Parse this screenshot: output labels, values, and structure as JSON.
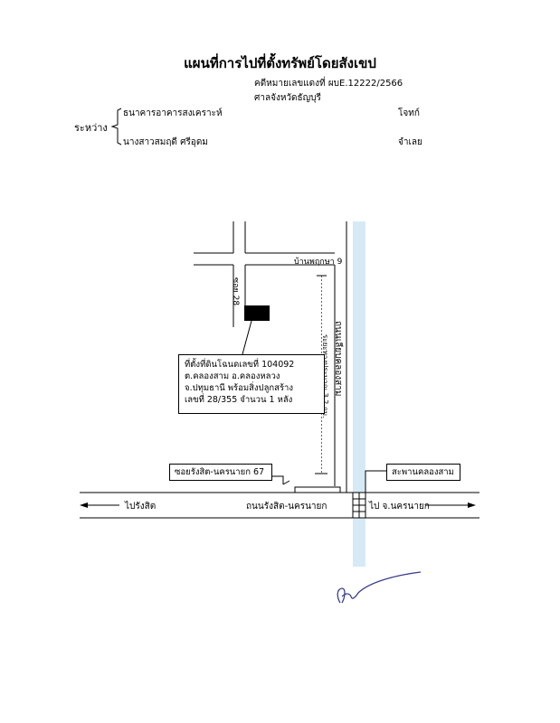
{
  "header": {
    "title": "แผนที่การไปที่ตั้งทรัพย์โดยสังเขป",
    "case_number": "คดีหมายเลขแดงที่ ผบE.12222/2566",
    "court": "ศาลจังหวัดธัญบุรี"
  },
  "parties": {
    "between_label": "ระหว่าง",
    "plaintiff_name": "ธนาคารอาคารสงเคราะห์",
    "plaintiff_role": "โจทก์",
    "defendant_name": "นางสาวสมฤดี ศรีอุดม",
    "defendant_role": "จำเลย"
  },
  "map": {
    "soi_28": "ซอย 28",
    "baan_village": "บ้านพฤกษา 9",
    "distance_note": "ระยะทางประมาณ 3.2 กม.",
    "road_klongsam": "ถนนเลียบคลองสาม",
    "property_desc_line1": "ที่ตั้งที่ดินโฉนดเลขที่ 104092",
    "property_desc_line2": "ต.คลองสาม อ.คลองหลวง",
    "property_desc_line3": "จ.ปทุมธานี พร้อมสิ่งปลูกสร้าง",
    "property_desc_line4": "เลขที่ 28/355 จำนวน 1 หลัง",
    "soi_rangsit_67": "ซอยรังสิต-นครนายก 67",
    "bridge_label": "สะพานคลองสาม",
    "to_rangsit": "ไปรังสิต",
    "main_road": "ถนนรังสิต-นครนายก",
    "to_nakhon_nayok": "ไป จ.นครนายก",
    "canal_color": "#d6eaf6"
  }
}
